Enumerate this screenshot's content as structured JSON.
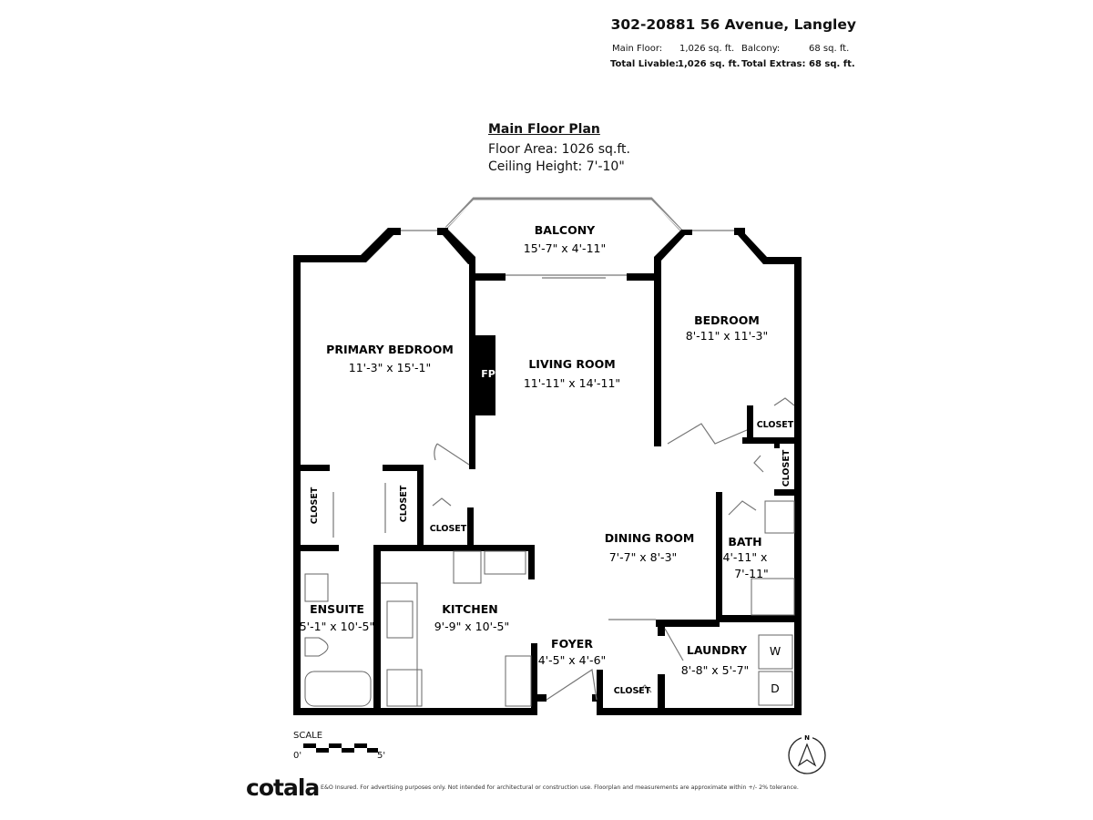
{
  "header": {
    "address": "302-20881 56 Avenue, Langley",
    "main_floor_label": "Main Floor:",
    "main_floor_value": "1,026 sq. ft.",
    "balcony_label": "Balcony:",
    "balcony_value": "68 sq. ft.",
    "total_livable_label": "Total Livable:",
    "total_livable_value": "1,026 sq. ft.",
    "total_extras_label": "Total Extras:",
    "total_extras_value": "68 sq. ft."
  },
  "plan": {
    "title": "Main Floor Plan",
    "floor_area": "Floor Area: 1026 sq.ft.",
    "ceiling_height": "Ceiling Height: 7'-10\""
  },
  "rooms": {
    "balcony": {
      "name": "BALCONY",
      "dims": "15'-7\" x 4'-11\""
    },
    "primary_bedroom": {
      "name": "PRIMARY BEDROOM",
      "dims": "11'-3\" x 15'-1\""
    },
    "living_room": {
      "name": "LIVING ROOM",
      "dims": "11'-11\" x 14'-11\""
    },
    "bedroom": {
      "name": "BEDROOM",
      "dims": "8'-11\" x 11'-3\""
    },
    "dining_room": {
      "name": "DINING ROOM",
      "dims": "7'-7\" x 8'-3\""
    },
    "bath": {
      "name": "BATH",
      "dims1": "4'-11\" x",
      "dims2": "7'-11\""
    },
    "ensuite": {
      "name": "ENSUITE",
      "dims": "5'-1\" x 10'-5\""
    },
    "kitchen": {
      "name": "KITCHEN",
      "dims": "9'-9\" x 10'-5\""
    },
    "foyer": {
      "name": "FOYER",
      "dims": "4'-5\" x 4'-6\""
    },
    "laundry": {
      "name": "LAUNDRY",
      "dims": "8'-8\" x 5'-7\""
    },
    "fireplace": "FP",
    "closet": "CLOSET",
    "washer": "W",
    "dryer": "D"
  },
  "scale": {
    "label": "SCALE",
    "start": "0'",
    "end": "5'"
  },
  "compass": {
    "north": "N",
    "icon": "north-arrow-icon"
  },
  "footer": {
    "logo": "cotala",
    "disclaimer": "E&O Insured. For advertising purposes only. Not intended for architectural or construction use. Floorplan and measurements are approximate within +/- 2% tolerance."
  }
}
